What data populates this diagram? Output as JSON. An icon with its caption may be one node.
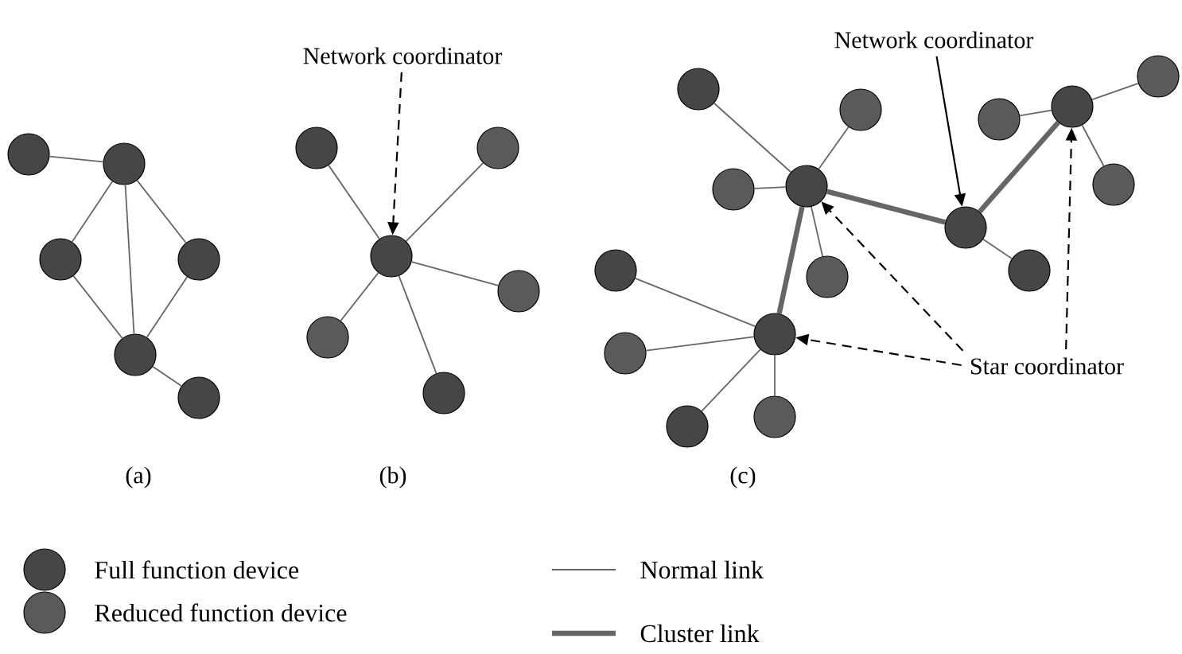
{
  "diagram": {
    "nodes": [
      {
        "text": [],
        "shape": "circle"
      },
      {
        "text": [],
        "shape": "circle"
      },
      {
        "text": [],
        "shape": "circle"
      },
      {
        "text": [],
        "shape": "circle"
      },
      {
        "text": [],
        "shape": "circle"
      },
      {
        "text": [],
        "shape": "circle"
      },
      {
        "text": [
          "Network coordinator"
        ]
      },
      {
        "text": [],
        "shape": "circle"
      },
      {
        "text": [],
        "shape": "circle"
      },
      {
        "text": [],
        "shape": "circle"
      },
      {
        "text": [],
        "shape": "circle"
      },
      {
        "text": [],
        "shape": "circle"
      },
      {
        "text": [],
        "shape": "circle"
      },
      {
        "text": [
          "Network coordinator"
        ]
      },
      {
        "text": [],
        "shape": "circle"
      },
      {
        "text": [],
        "shape": "circle"
      },
      {
        "text": [],
        "shape": "circle"
      },
      {
        "text": [],
        "shape": "circle"
      },
      {
        "text": [],
        "shape": "circle"
      },
      {
        "text": [],
        "shape": "circle"
      },
      {
        "text": [],
        "shape": "circle"
      },
      {
        "text": [],
        "shape": "circle"
      },
      {
        "text": [],
        "shape": "circle"
      },
      {
        "text": [],
        "shape": "circle"
      },
      {
        "text": [],
        "shape": "circle"
      },
      {
        "text": [],
        "shape": "circle"
      },
      {
        "text": [],
        "shape": "circle"
      },
      {
        "text": [],
        "shape": "circle"
      },
      {
        "text": [],
        "shape": "circle"
      },
      {
        "text": [],
        "shape": "circle"
      },
      {
        "text": [
          "Star coordinator"
        ]
      }
    ],
    "edges": [
      {
        "from": 0,
        "to": 1,
        "arrow": "none"
      },
      {
        "from": 1,
        "to": 2,
        "arrow": "none"
      },
      {
        "from": 1,
        "to": 4,
        "arrow": "none"
      },
      {
        "from": 1,
        "to": 3,
        "arrow": "none"
      },
      {
        "from": 2,
        "to": 4,
        "arrow": "none"
      },
      {
        "from": 3,
        "to": 4,
        "arrow": "none"
      },
      {
        "from": 4,
        "to": 5,
        "arrow": "none"
      },
      {
        "from": 6,
        "to": 9,
        "arrow": "to",
        "style": "dashed",
        "color": "#000000"
      },
      {
        "from": 9,
        "to": 7,
        "arrow": "none"
      },
      {
        "from": 9,
        "to": 8,
        "arrow": "none"
      },
      {
        "from": 9,
        "to": 10,
        "arrow": "none"
      },
      {
        "from": 9,
        "to": 11,
        "arrow": "none"
      },
      {
        "from": 9,
        "to": 12,
        "arrow": "none"
      },
      {
        "from": 13,
        "to": 24,
        "arrow": "to",
        "color": "#000000"
      },
      {
        "from": 17,
        "to": 14,
        "arrow": "none"
      },
      {
        "from": 17,
        "to": 15,
        "arrow": "none"
      },
      {
        "from": 17,
        "to": 16,
        "arrow": "none"
      },
      {
        "from": 17,
        "to": 18,
        "arrow": "none"
      },
      {
        "from": 17,
        "to": 20,
        "arrow": "none",
        "style": "thick"
      },
      {
        "from": 17,
        "to": 24,
        "arrow": "none",
        "style": "thick"
      },
      {
        "from": 24,
        "to": 25,
        "arrow": "none"
      },
      {
        "from": 24,
        "to": 27,
        "arrow": "none",
        "style": "thick"
      },
      {
        "from": 27,
        "to": 26,
        "arrow": "none"
      },
      {
        "from": 27,
        "to": 28,
        "arrow": "none"
      },
      {
        "from": 27,
        "to": 29,
        "arrow": "none"
      },
      {
        "from": 20,
        "to": 19,
        "arrow": "none"
      },
      {
        "from": 20,
        "to": 21,
        "arrow": "none"
      },
      {
        "from": 20,
        "to": 22,
        "arrow": "none"
      },
      {
        "from": 20,
        "to": 23,
        "arrow": "none"
      },
      {
        "from": 30,
        "to": 17,
        "arrow": "to",
        "style": "dashed",
        "color": "#000000"
      },
      {
        "from": 30,
        "to": 20,
        "arrow": "to",
        "style": "dashed",
        "color": "#000000"
      },
      {
        "from": 30,
        "to": 27,
        "arrow": "to",
        "style": "dashed",
        "color": "#000000"
      }
    ],
    "labels": [
      "(a)",
      "(b)",
      "(c)"
    ],
    "legend": [
      {
        "text": "Full function device",
        "color": "#464646"
      },
      {
        "text": "Reduced function device",
        "color": "#5a5a5a"
      },
      {
        "text": "Normal link"
      },
      {
        "text": "Cluster link"
      }
    ]
  }
}
